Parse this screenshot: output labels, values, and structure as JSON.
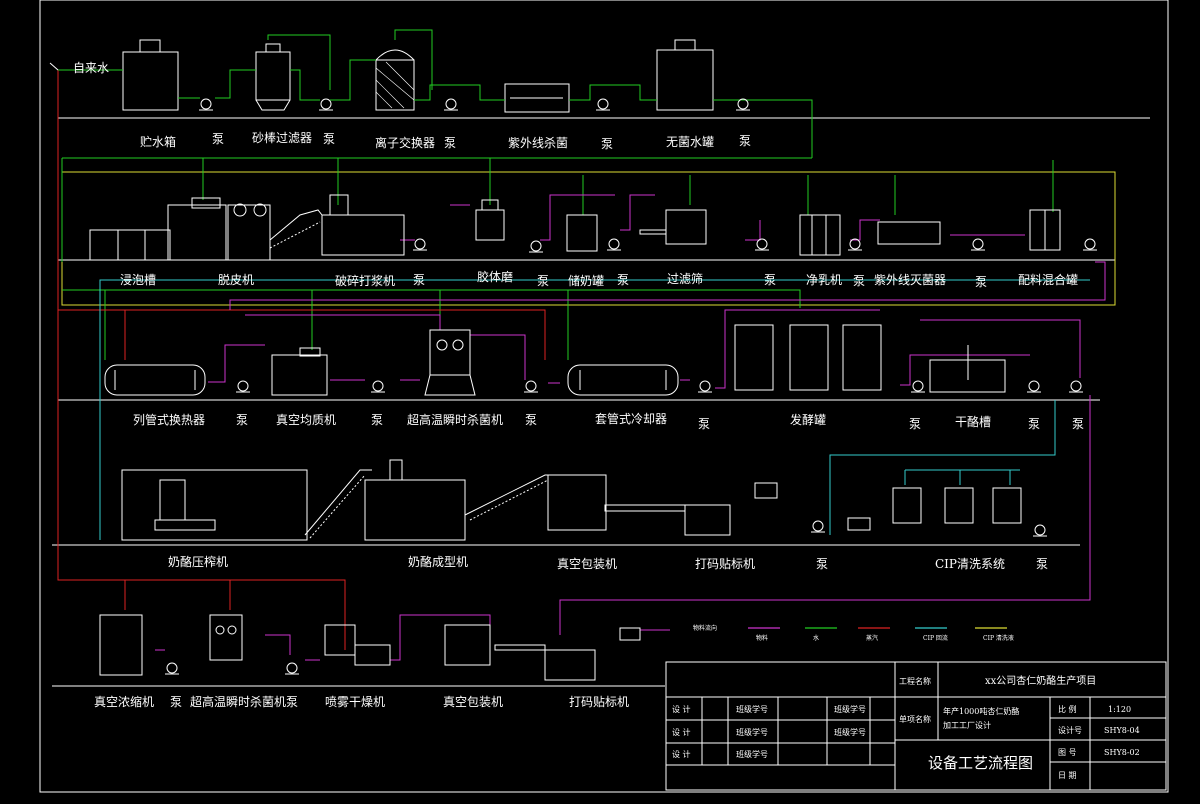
{
  "source_label": "自来水",
  "rows": {
    "row1": [
      "贮水箱",
      "泵",
      "砂棒过滤器",
      "泵",
      "离子交换器",
      "泵",
      "紫外线杀菌",
      "泵",
      "无菌水罐",
      "泵"
    ],
    "row2": [
      "浸泡槽",
      "脱皮机",
      "破碎打浆机",
      "泵",
      "胶体磨",
      "泵",
      "储奶罐",
      "泵",
      "过滤筛",
      "泵",
      "净乳机",
      "泵",
      "紫外线灭菌器",
      "泵",
      "配料混合罐"
    ],
    "row3": [
      "列管式换热器",
      "泵",
      "真空均质机",
      "泵",
      "超高温瞬时杀菌机",
      "泵",
      "套管式冷却器",
      "泵",
      "发酵罐",
      "泵",
      "干酪槽",
      "泵",
      "泵"
    ],
    "row4": [
      "奶酪压榨机",
      "奶酪成型机",
      "真空包装机",
      "打码贴标机",
      "泵",
      "CIP清洗系统",
      "泵"
    ],
    "row5": [
      "真空浓缩机",
      "泵",
      "超高温瞬时杀菌机",
      "泵",
      "喷雾干燥机",
      "真空包装机",
      "打码贴标机"
    ]
  },
  "legend": {
    "title": "物料流向",
    "items": [
      {
        "label": "物料",
        "color": "#cc33cc"
      },
      {
        "label": "水",
        "color": "#22cc22"
      },
      {
        "label": "蒸汽",
        "color": "#dd2222"
      },
      {
        "label": "CIP 回流",
        "color": "#33cccc"
      },
      {
        "label": "CIP 清洗液",
        "color": "#dddd33"
      }
    ]
  },
  "title_block": {
    "project_name_label": "工程名称",
    "project_name": "xx公司杏仁奶酪生产项目",
    "item_name_label": "单项名称",
    "item_name": "年产1000吨杏仁奶酪加工工厂设计",
    "design_rows": [
      {
        "label": "设 计",
        "class_id": "班级学号",
        "class_id2": "班级学号"
      },
      {
        "label": "设 计",
        "class_id": "班级学号",
        "class_id2": "班级学号"
      },
      {
        "label": "设 计",
        "class_id": "班级学号",
        "class_id2": ""
      }
    ],
    "drawing_title": "设备工艺流程图",
    "scale_label": "比 例",
    "scale": "1:120",
    "design_no_label": "设计号",
    "design_no": "SHY8-04",
    "drawing_no_label": "图 号",
    "drawing_no": "SHY8-02",
    "date_label": "日 期",
    "date": ""
  }
}
